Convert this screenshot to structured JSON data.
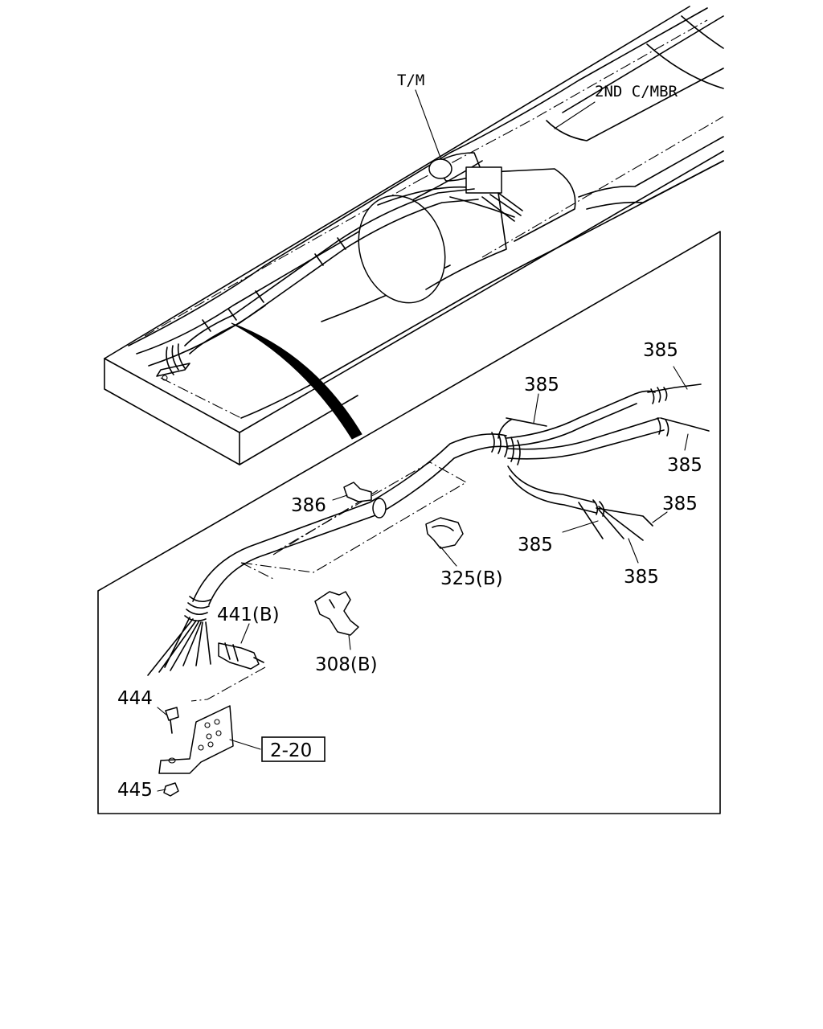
{
  "diagram": {
    "callouts": {
      "tm": "T/M",
      "second_cmbr": "2ND C/MBR",
      "p385_a": "385",
      "p385_b": "385",
      "p385_c": "385",
      "p385_d": "385",
      "p385_e": "385",
      "p385_f": "385",
      "p386": "386",
      "p325b": "325(B)",
      "p441b": "441(B)",
      "p308b": "308(B)",
      "p444": "444",
      "p445": "445",
      "ref_box": "2-20"
    }
  }
}
